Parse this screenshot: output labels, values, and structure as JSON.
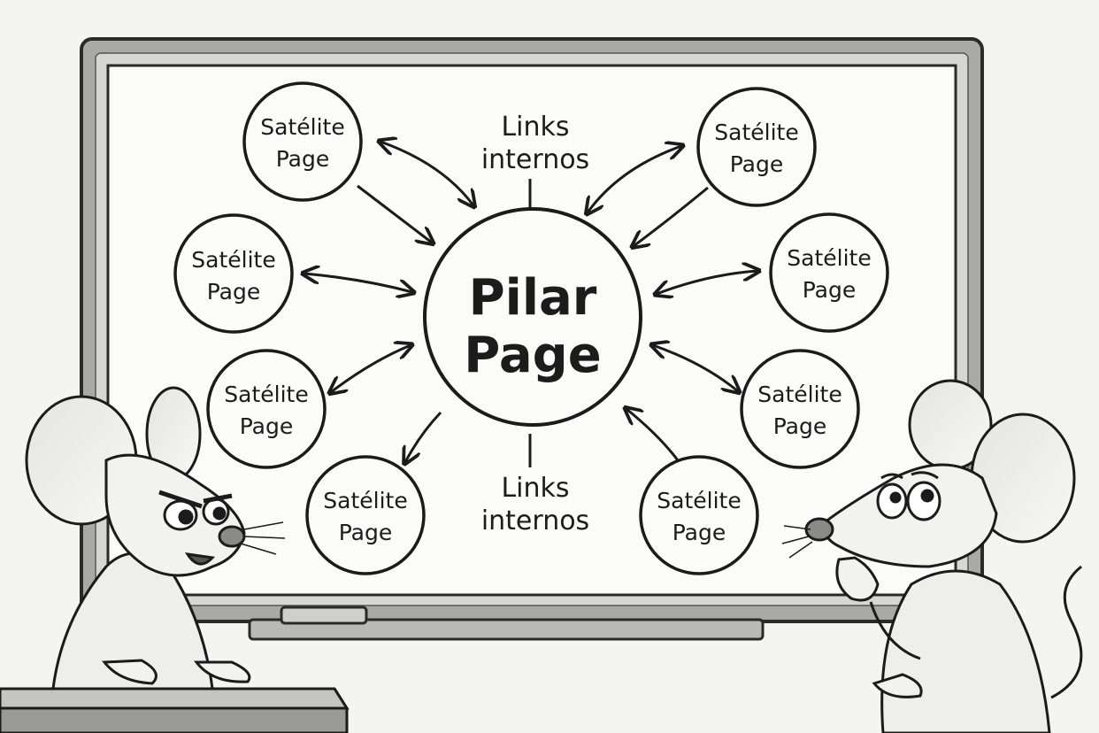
{
  "pillar": {
    "line1": "Pilar",
    "line2": "Page"
  },
  "satellites": [
    {
      "line1": "Satélite",
      "line2": "Page"
    },
    {
      "line1": "Satélite",
      "line2": "Page"
    },
    {
      "line1": "Satélite",
      "line2": "Page"
    },
    {
      "line1": "Satélite",
      "line2": "Page"
    },
    {
      "line1": "Satélite",
      "line2": "Page"
    },
    {
      "line1": "Satélite",
      "line2": "Page"
    },
    {
      "line1": "Satélite",
      "line2": "Page"
    },
    {
      "line1": "Satélite",
      "line2": "Page"
    }
  ],
  "links_top": {
    "line1": "Links",
    "line2": "internos"
  },
  "links_bottom": {
    "line1": "Links",
    "line2": "internos"
  },
  "colors": {
    "ink": "#1b1b1b",
    "board": "#fbfbf9",
    "frame": "#8d8d8d",
    "background": "#f4f4f1"
  },
  "characters": [
    "angry-mouse",
    "thinking-mouse"
  ]
}
